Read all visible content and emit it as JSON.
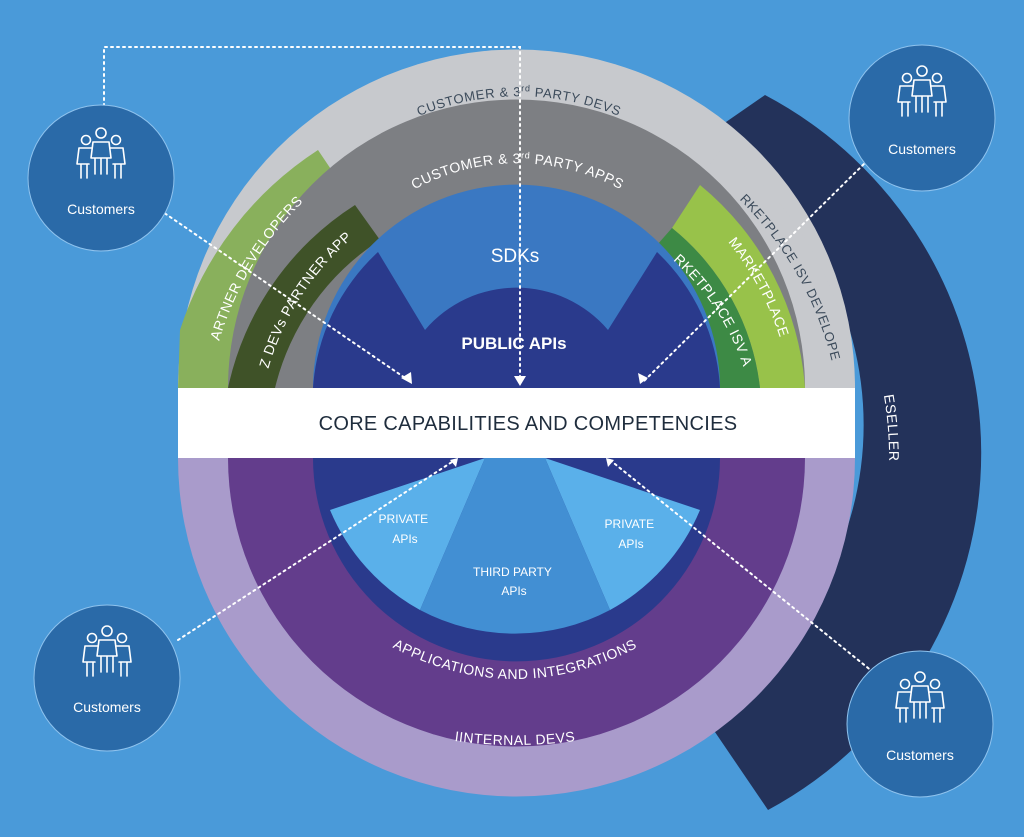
{
  "core": {
    "label": "CORE CAPABILITIES AND COMPETENCIES"
  },
  "upper": {
    "sdks": "SDKs",
    "public_apis": "PUBLIC APIs",
    "customer_apps": {
      "prefix": "CUSTOMER & 3",
      "sup": "rd",
      "suffix": " PARTY APPS"
    },
    "customer_devs": {
      "prefix": "CUSTOMER & 3",
      "sup": "rd",
      "suffix": " PARTY DEVS"
    },
    "partner_developers": "PARTNER DEVELOPERS",
    "biz_devs_partner_apps": "BIZ DEVs PARTNER APPS",
    "marketplace_isv_apps": "MARKETPLACE ISV APPS",
    "marketplace": "MARKETPLACE",
    "marketplace_isv_developers": "MARKETPLACE ISV DEVELOPERS",
    "resellers": "RESELLERS"
  },
  "lower": {
    "private_apis_left": [
      "PRIVATE",
      "APIs"
    ],
    "private_apis_right": [
      "PRIVATE",
      "APIs"
    ],
    "third_party_apis": [
      "THIRD PARTY",
      "APIs"
    ],
    "applications": "APPLICATIONS AND INTEGRATIONS",
    "internal_devs": "IINTERNAL DEVS"
  },
  "customers": [
    {
      "label": "Customers",
      "icon": "people-group-icon"
    },
    {
      "label": "Customers",
      "icon": "people-group-icon"
    },
    {
      "label": "Customers",
      "icon": "people-group-icon"
    },
    {
      "label": "Customers",
      "icon": "people-group-icon"
    }
  ],
  "colors": {
    "background": "#4a9ad9",
    "customer_circle": "#2a6aa8",
    "grey_outer": "#c7c9cd",
    "grey_inner": "#7d7f83",
    "green_light": "#89b05c",
    "green_dark": "#3f5228",
    "lime": "#98c24a",
    "green_mid": "#3d8a45",
    "sdk_blue": "#3a78c2",
    "public_navy": "#2a3a8c",
    "resellers_navy": "#23325a",
    "lavender": "#a99bcb",
    "purple": "#633d8c",
    "private_light": "#5ab0ea",
    "third_party": "#428fd3",
    "core_band": "#ffffff"
  }
}
